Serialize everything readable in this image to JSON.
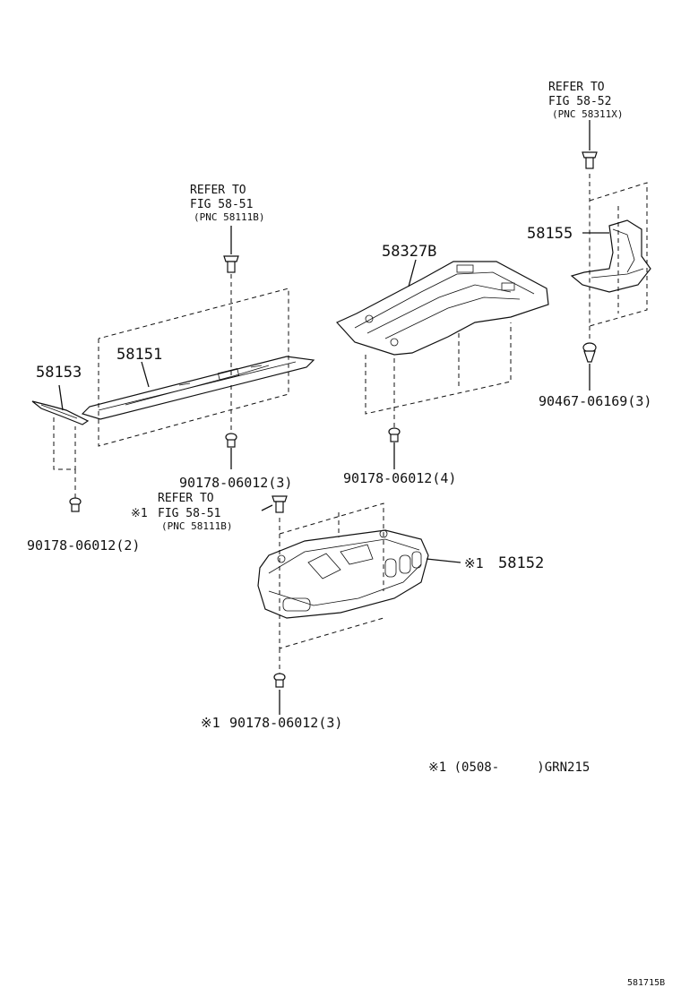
{
  "parts": {
    "p58153": "58153",
    "p58151": "58151",
    "p58327b": "58327B",
    "p58155": "58155",
    "p58152": "58152"
  },
  "refs": {
    "ref1": [
      "REFER TO",
      "FIG 58-51",
      "(PNC 58111B)"
    ],
    "ref2": [
      "REFER TO",
      "FIG 58-52",
      "(PNC 58311X)"
    ],
    "ref3": [
      "REFER TO",
      "FIG 58-51",
      "(PNC 58111B)"
    ]
  },
  "fasteners": {
    "f1": "90178-06012(3)",
    "f2": "90178-06012(4)",
    "f3": "90467-06169(3)",
    "f4": "90178-06012(2)",
    "f5": "90178-06012(3)"
  },
  "marks": {
    "ref3_mark": "※1",
    "p58152_mark": "※1",
    "f5_mark": "※1"
  },
  "footnote": "※1 (0508-     )GRN215",
  "diagram_id": "581715B"
}
